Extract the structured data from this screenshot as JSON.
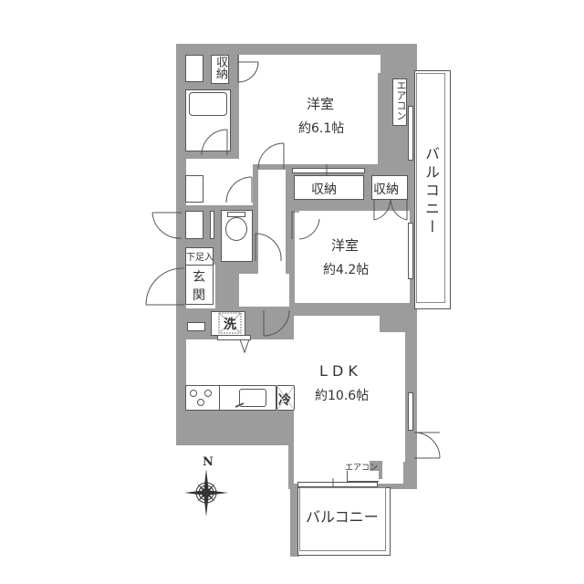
{
  "rooms": {
    "western1": {
      "name": "洋室",
      "size": "約6.1帖"
    },
    "western2": {
      "name": "洋室",
      "size": "約4.2帖"
    },
    "ldk": {
      "name": "L D K",
      "size": "約10.6帖"
    }
  },
  "labels": {
    "storage_top": "収納",
    "storage_mid": "収納",
    "storage_small": "収納",
    "aircon_top": "エアコン",
    "aircon_bottom": "エアコン",
    "balcony_right": "バルコニー",
    "balcony_bottom": "バルコニー",
    "shoe_box": "下足入",
    "entrance": "玄関",
    "washer": "洗",
    "fridge": "冷",
    "compass_north": "N"
  },
  "colors": {
    "wall": "#9c9c9c",
    "line": "#555555",
    "background": "#ffffff"
  }
}
